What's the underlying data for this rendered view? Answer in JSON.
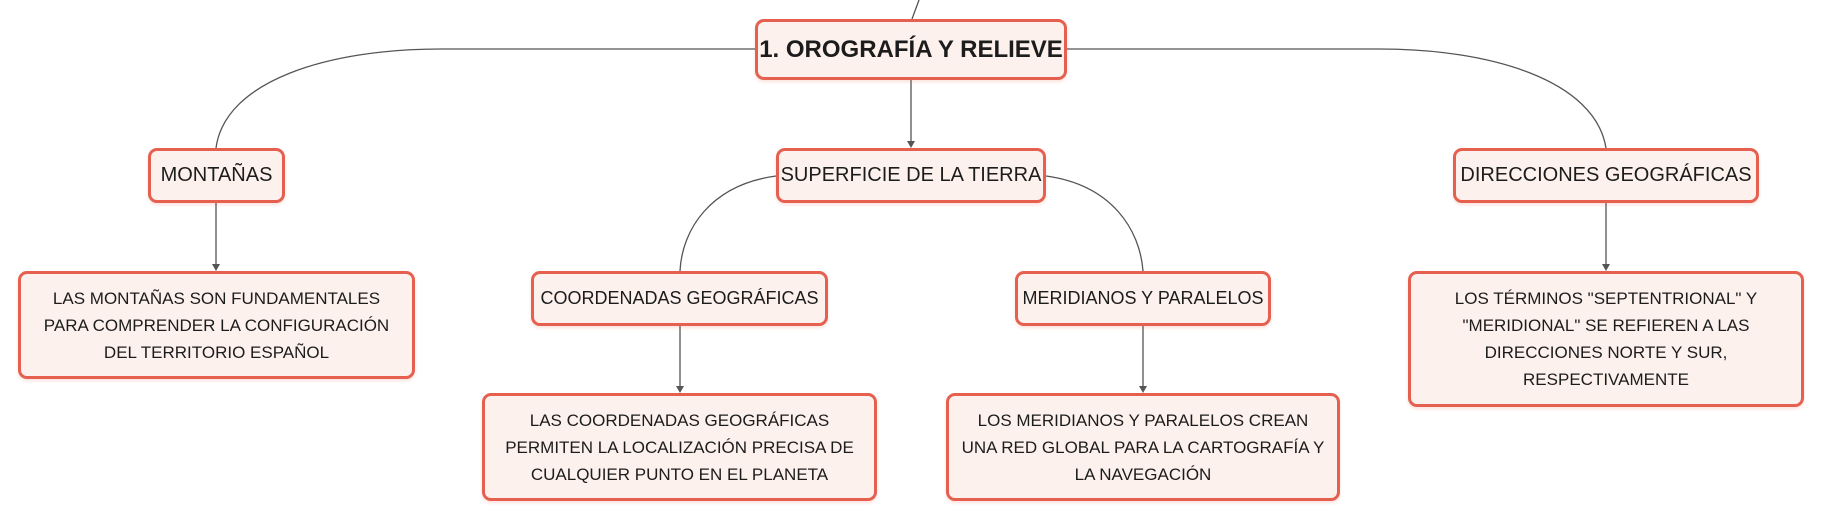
{
  "root": {
    "label": "1. OROGRAFÍA Y RELIEVE"
  },
  "branches": {
    "montanas": {
      "label": "MONTAÑAS",
      "detail": "LAS MONTAÑAS SON FUNDAMENTALES PARA COMPRENDER LA CONFIGURACIÓN DEL TERRITORIO ESPAÑOL"
    },
    "superficie": {
      "label": "SUPERFICIE DE LA TIERRA",
      "children": {
        "coordenadas": {
          "label": "COORDENADAS GEOGRÁFICAS",
          "detail": "LAS COORDENADAS GEOGRÁFICAS PERMITEN LA LOCALIZACIÓN PRECISA DE CUALQUIER PUNTO EN EL PLANETA"
        },
        "meridianos": {
          "label": "MERIDIANOS Y PARALELOS",
          "detail": "LOS MERIDIANOS Y PARALELOS CREAN UNA RED GLOBAL PARA LA CARTOGRAFÍA Y LA NAVEGACIÓN"
        }
      }
    },
    "direcciones": {
      "label": "DIRECCIONES GEOGRÁFICAS",
      "detail": "LOS TÉRMINOS \"SEPTENTRIONAL\" Y \"MERIDIONAL\" SE REFIEREN A LAS DIRECCIONES NORTE Y SUR, RESPECTIVAMENTE"
    }
  },
  "colors": {
    "node_border": "#e5604f",
    "node_fill": "#fdf1ee",
    "connector": "#555555"
  }
}
